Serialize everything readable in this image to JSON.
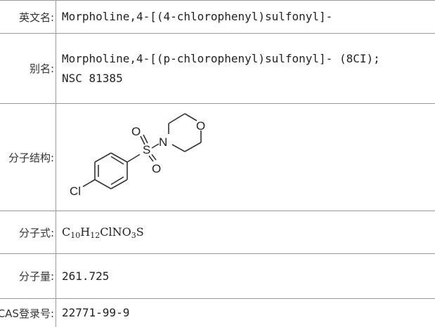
{
  "rows": {
    "english_name": {
      "label": "英文名:",
      "value": "Morpholine,4-[(4-chlorophenyl)sulfonyl]-"
    },
    "alias": {
      "label": "别名:",
      "value_line1": "Morpholine,4-[(p-chlorophenyl)sulfonyl]- (8CI);",
      "value_line2": "NSC 81385"
    },
    "structure": {
      "label": "分子结构:",
      "atoms": {
        "s": "S",
        "o_top": "O",
        "o_bottom": "O",
        "n": "N",
        "o_ring": "O",
        "cl": "Cl"
      }
    },
    "formula": {
      "label": "分子式:",
      "parts": [
        "C",
        "10",
        "H",
        "12",
        "ClNO",
        "3",
        "S"
      ]
    },
    "mass": {
      "label": "分子量:",
      "value": "261.725"
    },
    "cas": {
      "label": "CAS登录号:",
      "value": "22771-99-9"
    }
  }
}
